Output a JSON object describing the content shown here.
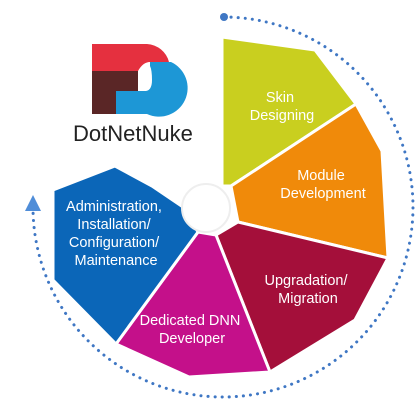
{
  "logo": {
    "brand_name": "DotNetNuke"
  },
  "colors": {
    "logo_red": "#e5303f",
    "logo_dark": "#5a2626",
    "logo_blue": "#1d97d6",
    "ring_dot": "#3f77c4",
    "ring_arrow": "#4f8dd8",
    "hub": "#ffffff"
  },
  "segments": [
    {
      "id": "skin-designing",
      "lines": [
        "Skin",
        "Designing"
      ],
      "color": "#c9cf1f"
    },
    {
      "id": "module-development",
      "lines": [
        "Module",
        "Development"
      ],
      "color": "#f08a0a"
    },
    {
      "id": "upgradation-migration",
      "lines": [
        "Upgradation/",
        "Migration"
      ],
      "color": "#a40f3a"
    },
    {
      "id": "dedicated-dnn-developer",
      "lines": [
        "Dedicated DNN",
        "Developer"
      ],
      "color": "#c4108a"
    },
    {
      "id": "administration",
      "lines": [
        "Administration,",
        "Installation/",
        "Configuration/",
        "Maintenance"
      ],
      "color": "#0b66b8"
    }
  ]
}
